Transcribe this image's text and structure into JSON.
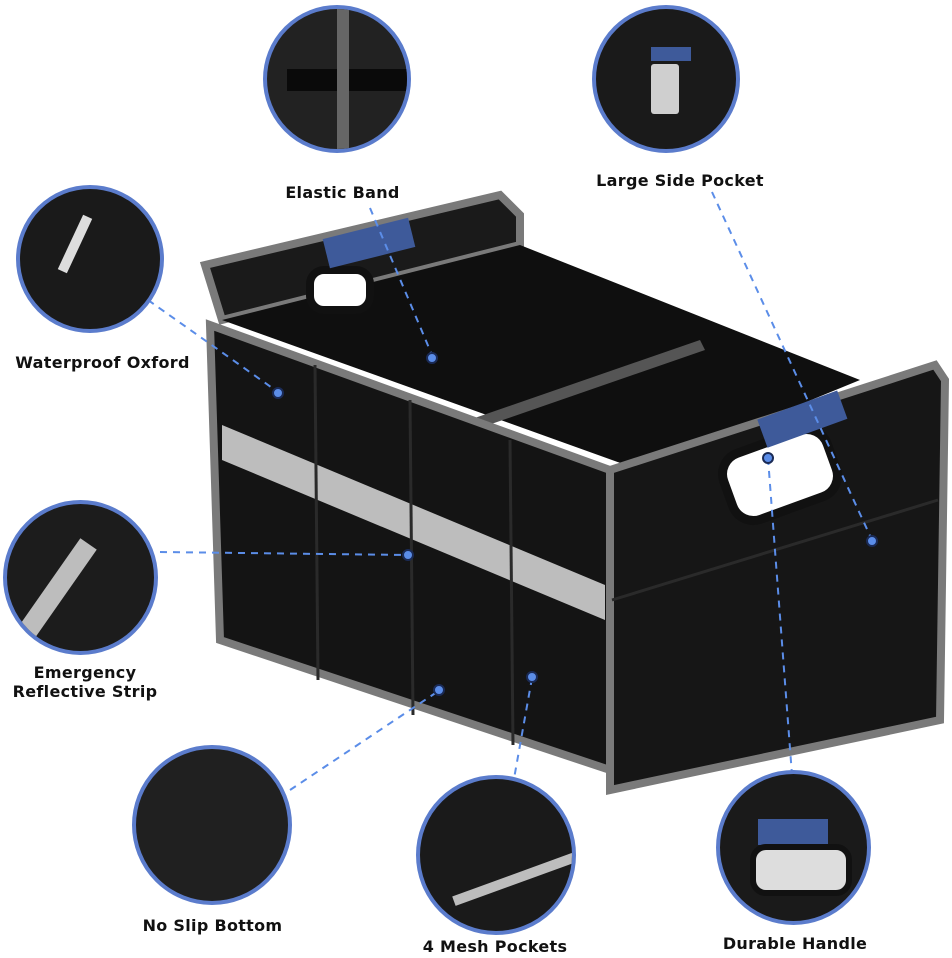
{
  "features": [
    {
      "id": "elastic-band",
      "label": "Elastic Band"
    },
    {
      "id": "large-side-pocket",
      "label": "Large Side Pocket"
    },
    {
      "id": "waterproof-oxford",
      "label": "Waterproof Oxford"
    },
    {
      "id": "emergency-reflective-strip",
      "label_line1": "Emergency",
      "label_line2": "Reflective Strip"
    },
    {
      "id": "no-slip-bottom",
      "label": "No Slip Bottom"
    },
    {
      "id": "mesh-pockets",
      "label": "4 Mesh Pockets"
    },
    {
      "id": "durable-handle",
      "label": "Durable Handle"
    }
  ],
  "colors": {
    "accent": "#5b7ccc",
    "dot": "#5b8de8",
    "fabric": "#151515",
    "trim": "#7a7a7a",
    "strap": "#3e5a9a"
  }
}
